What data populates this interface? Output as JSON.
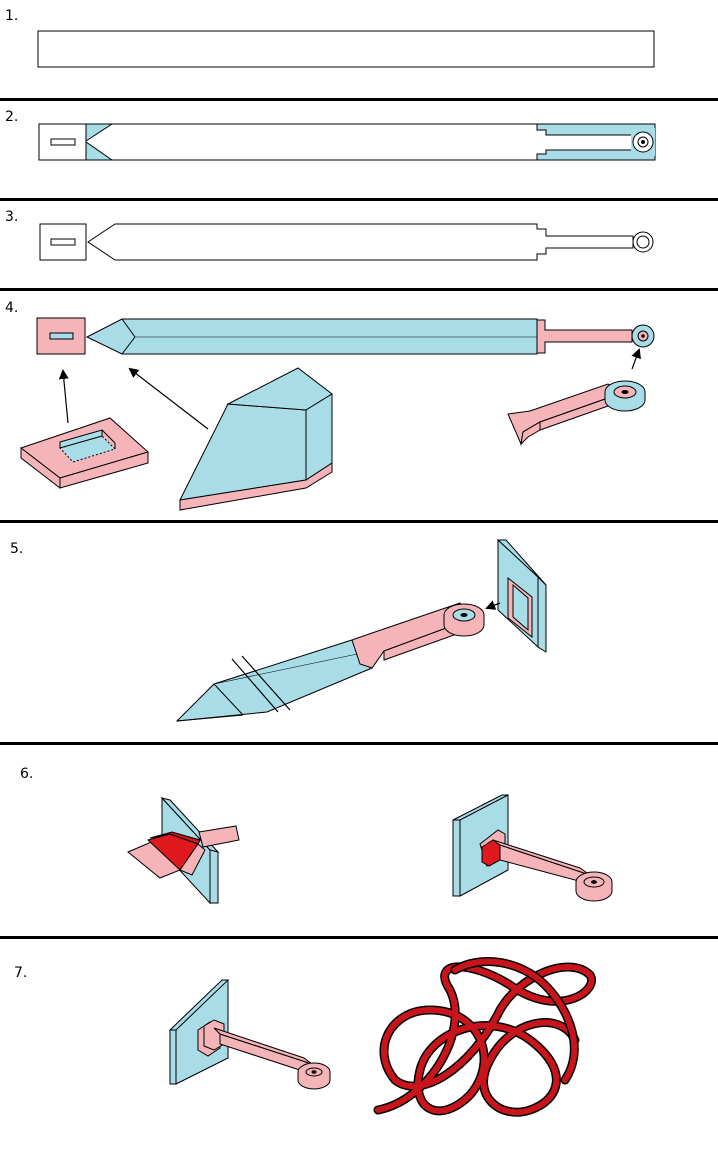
{
  "steps": [
    {
      "label": "1."
    },
    {
      "label": "2."
    },
    {
      "label": "3."
    },
    {
      "label": "4."
    },
    {
      "label": "5."
    },
    {
      "label": "6."
    },
    {
      "label": "7."
    }
  ],
  "colors": {
    "blue": "#a8dde8",
    "pink": "#f4b4b8",
    "red": "#e0191f",
    "dark_red": "#c8151b",
    "line": "#000000",
    "background": "#ffffff"
  }
}
